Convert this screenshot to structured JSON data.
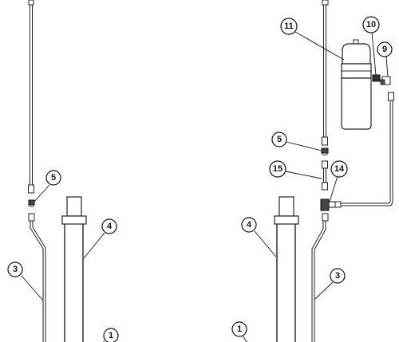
{
  "callouts": {
    "left": [
      {
        "id": "5",
        "label": "5"
      },
      {
        "id": "4",
        "label": "4"
      },
      {
        "id": "3",
        "label": "3"
      },
      {
        "id": "1",
        "label": "1"
      }
    ],
    "right": [
      {
        "id": "11",
        "label": "11"
      },
      {
        "id": "10",
        "label": "10"
      },
      {
        "id": "9",
        "label": "9"
      },
      {
        "id": "5",
        "label": "5"
      },
      {
        "id": "15",
        "label": "15"
      },
      {
        "id": "14",
        "label": "14"
      },
      {
        "id": "4",
        "label": "4"
      },
      {
        "id": "3",
        "label": "3"
      },
      {
        "id": "1",
        "label": "1"
      }
    ]
  }
}
